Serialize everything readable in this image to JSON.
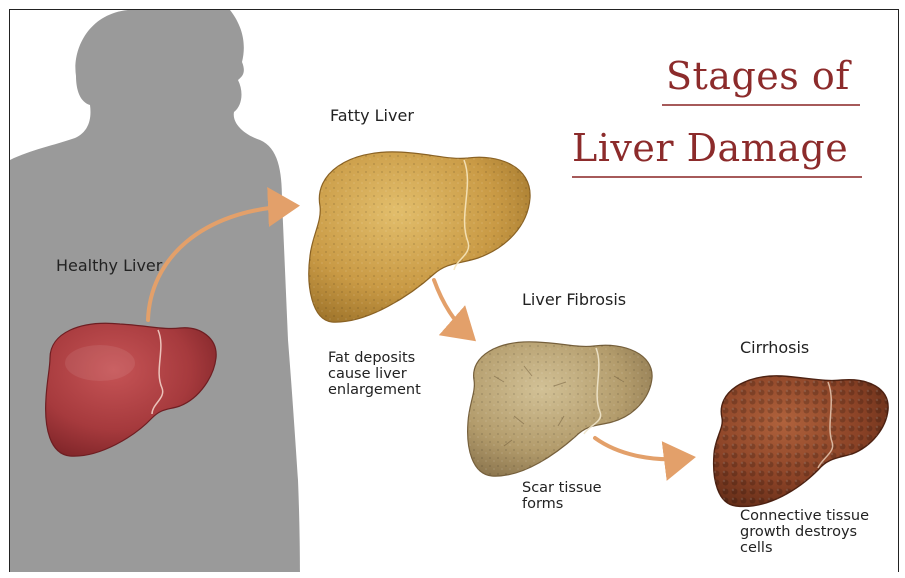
{
  "title": {
    "line1": "Stages of",
    "line2": "Liver Damage",
    "color": "#8c2b2b"
  },
  "stages": [
    {
      "id": "healthy",
      "name": "Healthy Liver",
      "caption": "",
      "color": "#a33a3c"
    },
    {
      "id": "fatty",
      "name": "Fatty Liver",
      "caption": "Fat deposits\ncause liver\nenlargement",
      "color": "#c99a45"
    },
    {
      "id": "fibrosis",
      "name": "Liver Fibrosis",
      "caption": "Scar tissue\nforms",
      "color": "#b39c6c"
    },
    {
      "id": "cirrhosis",
      "name": "Cirrhosis",
      "caption": "Connective tissue\ngrowth destroys\ncells",
      "color": "#8a4226"
    }
  ],
  "colors": {
    "silhouette": "#9a9a9a",
    "arrow": "#e3a06a"
  }
}
